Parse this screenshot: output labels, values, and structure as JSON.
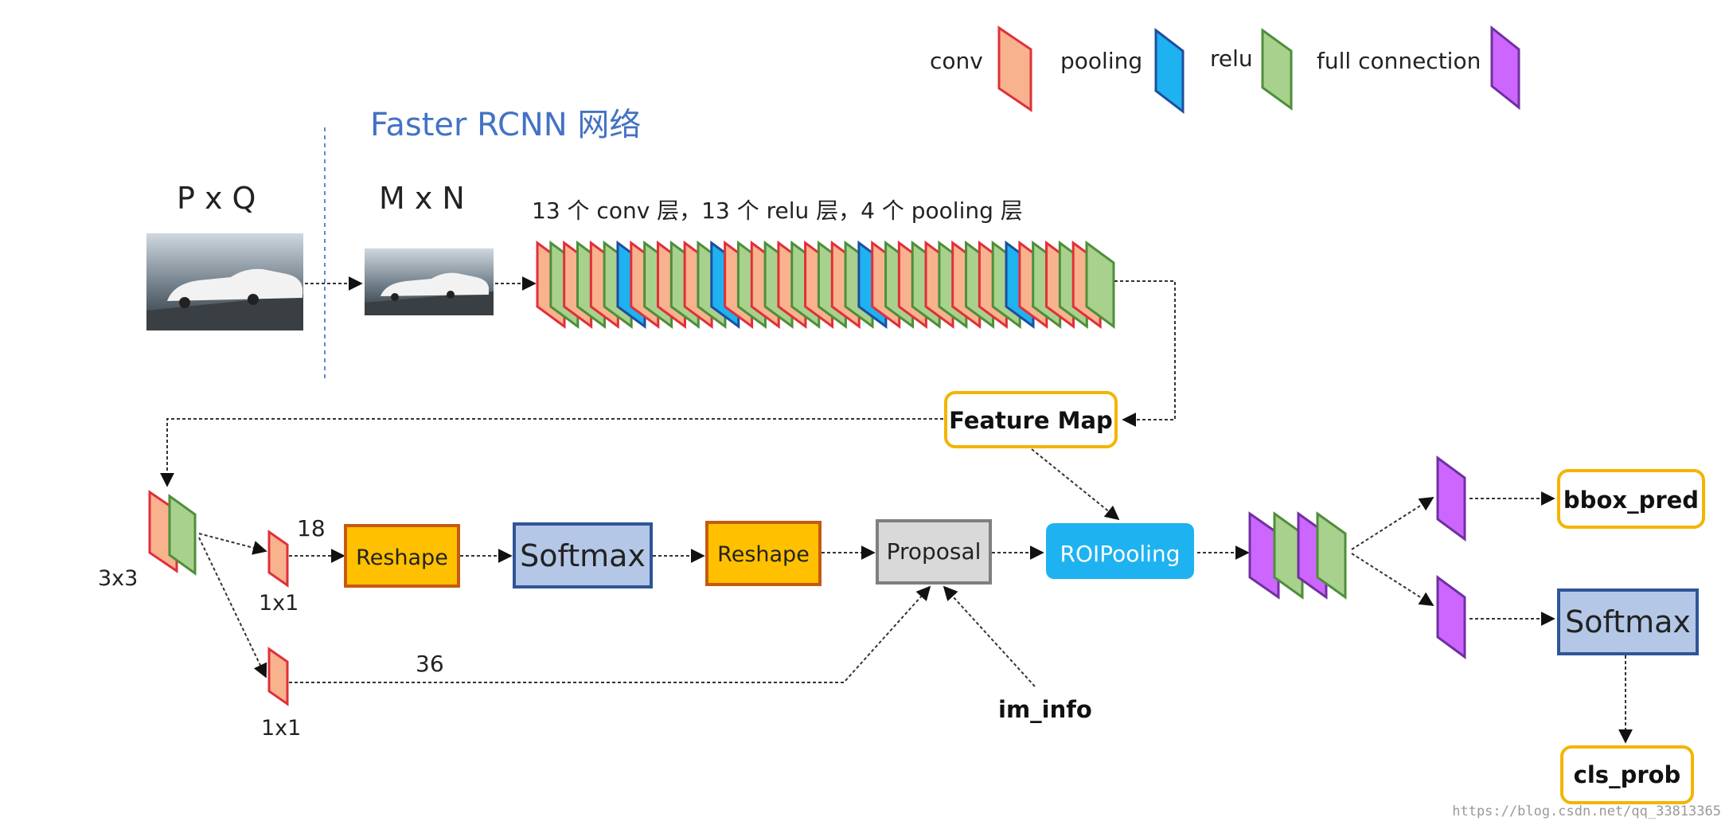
{
  "legend": {
    "conv": "conv",
    "pooling": "pooling",
    "relu": "relu",
    "fc": "full connection"
  },
  "title": "Faster RCNN 网络",
  "input_label": "P x Q",
  "resized_label": "M x N",
  "backbone_caption": "13 个 conv 层，13 个 relu 层，4 个 pooling 层",
  "backbone_layers": [
    "conv",
    "relu",
    "conv",
    "relu",
    "conv",
    "relu",
    "pooling",
    "conv",
    "relu",
    "conv",
    "relu",
    "conv",
    "relu",
    "pooling",
    "conv",
    "relu",
    "conv",
    "relu",
    "conv",
    "relu",
    "conv",
    "relu",
    "conv",
    "relu",
    "pooling",
    "conv",
    "relu",
    "conv",
    "relu",
    "conv",
    "relu",
    "conv",
    "relu",
    "conv",
    "relu",
    "pooling",
    "conv",
    "relu",
    "conv",
    "relu",
    "conv",
    "relu"
  ],
  "feature_map": "Feature Map",
  "rpn_conv_label": "3x3",
  "branch_cls_count": "18",
  "branch_cls_kernel": "1x1",
  "branch_reg_count": "36",
  "branch_reg_kernel": "1x1",
  "reshape1": "Reshape",
  "softmax1": "Softmax",
  "reshape2": "Reshape",
  "proposal": "Proposal",
  "im_info": "im_info",
  "roi_pooling": "ROIPooling",
  "bbox_pred": "bbox_pred",
  "softmax2": "Softmax",
  "cls_prob": "cls_prob",
  "watermark": "https://blog.csdn.net/qq_33813365",
  "colors": {
    "conv_fill": "#F8B28E",
    "conv_stroke": "#E0303A",
    "relu_fill": "#A9D18E",
    "relu_stroke": "#4E8F3A",
    "pool_fill": "#1EB2F0",
    "pool_stroke": "#1F4E9E",
    "fc_fill": "#CC66FF",
    "fc_stroke": "#7030A0",
    "reshape_fill": "#FFC000",
    "softmax_fill": "#B4C7E7",
    "softmax_stroke": "#2F5597",
    "proposal_fill": "#D9D9D9",
    "roi_fill": "#1EB2F0",
    "fm_stroke": "#F4B400",
    "title": "#4472C4"
  }
}
